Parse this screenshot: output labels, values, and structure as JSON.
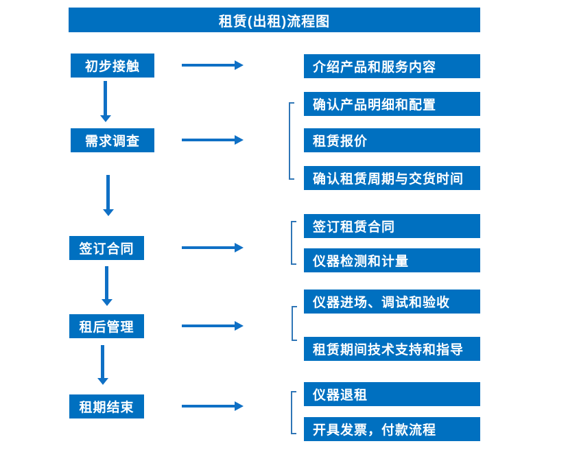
{
  "colors": {
    "box_blue": "#0070C0",
    "arrow_blue": "#0F70C5",
    "bracket_blue": "#2E75B6",
    "text_white": "#FFFFFF",
    "background": "#FFFFFF"
  },
  "flow": {
    "title": "租赁(出租)流程图",
    "steps": [
      {
        "label": "初步接触",
        "outputs": [
          "介绍产品和服务内容"
        ]
      },
      {
        "label": "需求调查",
        "outputs": [
          "确认产品明细和配置",
          "租赁报价",
          "确认租赁周期与交货时间"
        ]
      },
      {
        "label": "签订合同",
        "outputs": [
          "签订租赁合同",
          "仪器检测和计量"
        ]
      },
      {
        "label": "租后管理",
        "outputs": [
          "仪器进场、调试和验收",
          "租赁期间技术支持和指导"
        ]
      },
      {
        "label": "租期结束",
        "outputs": [
          "仪器退租",
          "开具发票，付款流程"
        ]
      }
    ]
  }
}
